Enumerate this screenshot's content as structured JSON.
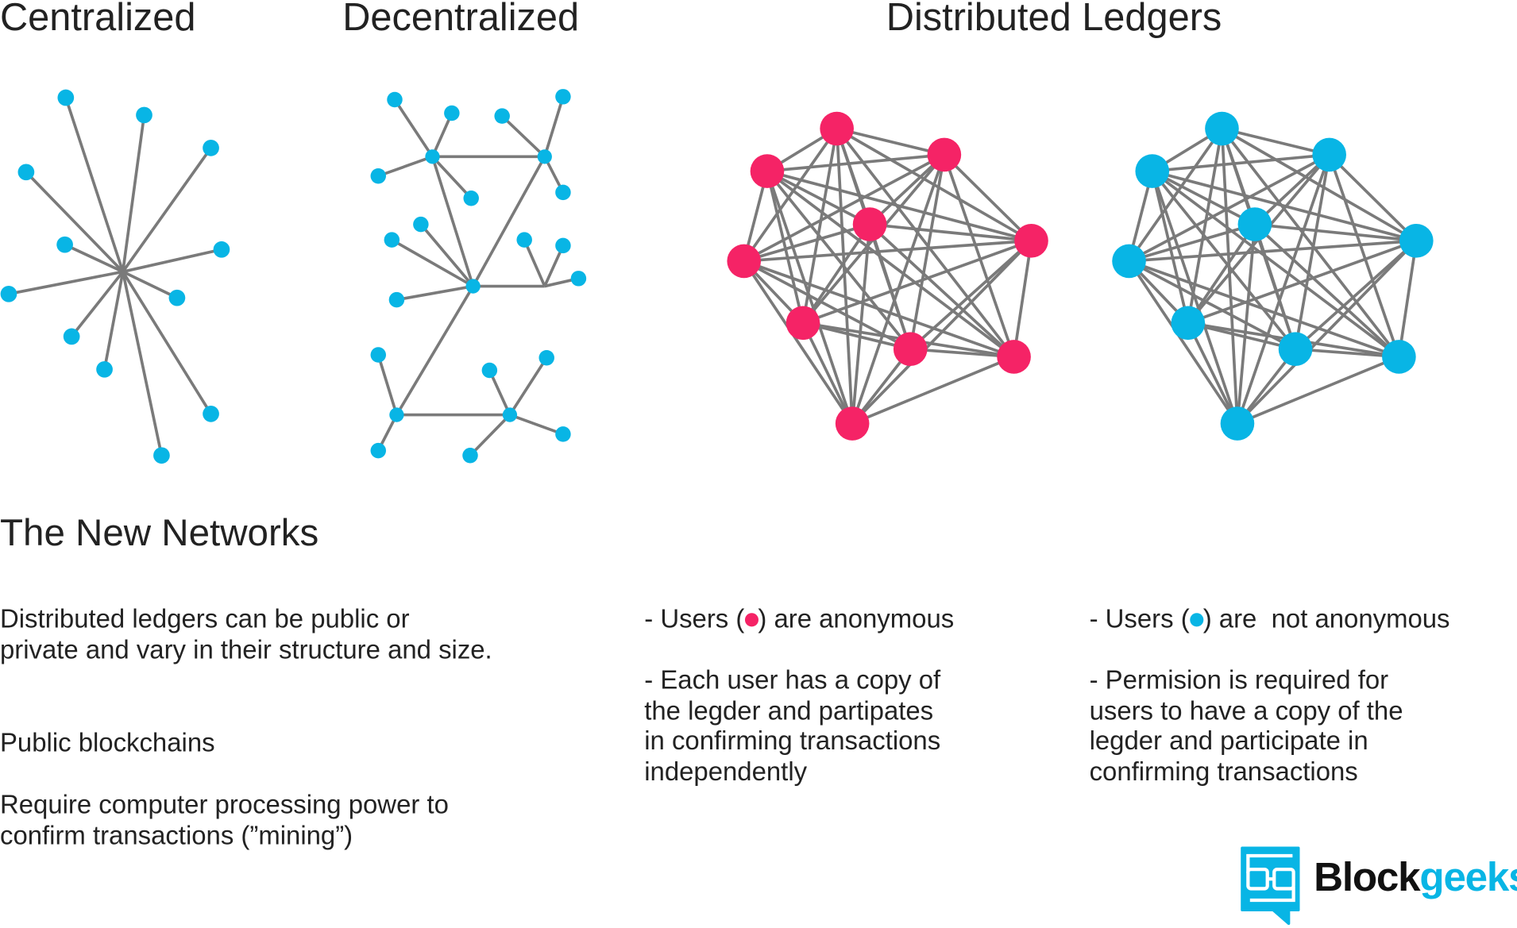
{
  "titles": {
    "centralized": "Centralized",
    "decentralized": "Decentralized",
    "distributed": "Distributed Ledgers"
  },
  "section_title": "The New Networks",
  "intro": "Distributed ledgers can be public or\nprivate and vary in their structure and size.",
  "public": {
    "heading": "Public blockchains",
    "text": "Require computer processing power to\nconfirm transactions (”mining”)"
  },
  "anonymous": {
    "line1_pre": "- Users (",
    "line1_post": ") are anonymous",
    "text": "- Each user has a copy of\nthe legder and partipates\nin confirming transactions\nindependently"
  },
  "permissioned": {
    "line1_pre": "- Users (",
    "line1_post": ") are  not anonymous",
    "text": "- Permision is required for\nusers to have a copy of the\nlegder and participate in\nconfirming transactions"
  },
  "logo": {
    "part1": "Block",
    "part2": "geeks"
  },
  "colors": {
    "red": "#f52366",
    "blue": "#08b5e5",
    "edge": "#7a7a7a",
    "text": "#222222"
  }
}
